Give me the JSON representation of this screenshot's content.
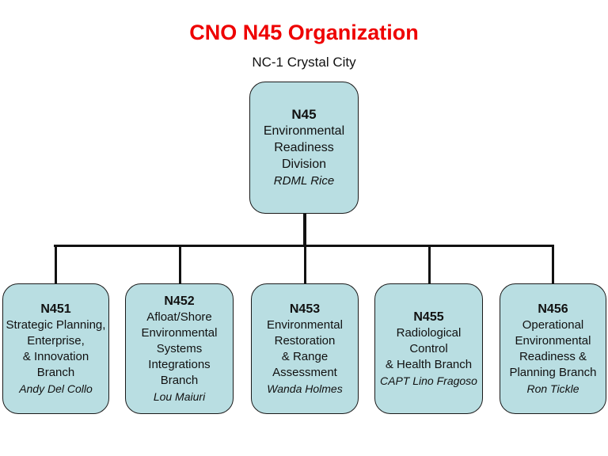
{
  "title": "CNO N45 Organization",
  "subtitle": "NC-1 Crystal City",
  "colors": {
    "title": "#ee0000",
    "box_fill": "#b9dee2",
    "box_border": "#1a1a1a",
    "connector": "#111111"
  },
  "root": {
    "id": "N45",
    "lines": [
      "Environmental",
      "Readiness",
      "Division"
    ],
    "leader": "RDML Rice"
  },
  "children": [
    {
      "id": "N451",
      "lines": [
        "Strategic Planning,",
        "Enterprise,",
        "& Innovation",
        "Branch"
      ],
      "leader": "Andy Del Collo"
    },
    {
      "id": "N452",
      "lines": [
        "Afloat/Shore",
        "Environmental",
        "Systems",
        "Integrations",
        "Branch"
      ],
      "leader": "Lou Maiuri"
    },
    {
      "id": "N453",
      "lines": [
        "Environmental",
        "Restoration",
        "& Range",
        "Assessment"
      ],
      "leader": "Wanda Holmes"
    },
    {
      "id": "N455",
      "lines": [
        "Radiological",
        "Control",
        "& Health Branch"
      ],
      "leader": "CAPT Lino Fragoso"
    },
    {
      "id": "N456",
      "lines": [
        "Operational",
        "Environmental",
        "Readiness &",
        "Planning Branch"
      ],
      "leader": "Ron Tickle"
    }
  ]
}
